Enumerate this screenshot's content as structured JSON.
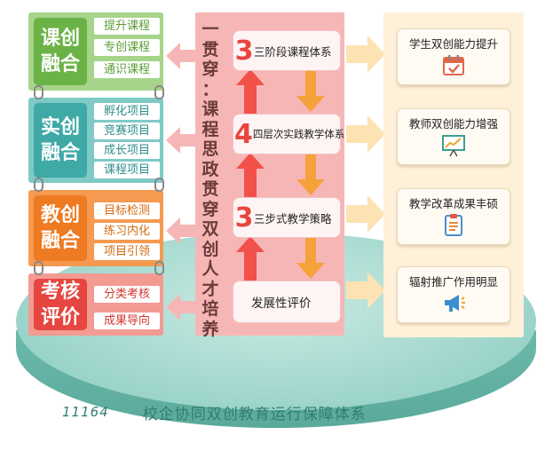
{
  "platform": {
    "number": "11164",
    "title": "校企协同双创教育运行保障体系"
  },
  "left_blocks": [
    {
      "title_lines": [
        "课创",
        "融合"
      ],
      "items": [
        "提升课程",
        "专创课程",
        "通识课程"
      ]
    },
    {
      "title_lines": [
        "实创",
        "融合"
      ],
      "items": [
        "孵化项目",
        "竞赛项目",
        "成长项目",
        "课程项目"
      ]
    },
    {
      "title_lines": [
        "教创",
        "融合"
      ],
      "items": [
        "目标检测",
        "练习内化",
        "项目引领"
      ]
    },
    {
      "title_lines": [
        "考核",
        "评价"
      ],
      "items": [
        "分类考核",
        "成果导向"
      ]
    }
  ],
  "center": {
    "vertical_text": [
      "一",
      "贯",
      "穿",
      "：",
      "课",
      "程",
      "思",
      "政",
      "贯",
      "穿",
      "双",
      "创",
      "人",
      "才",
      "培",
      "养"
    ],
    "boxes": [
      {
        "num": "3",
        "label": "三阶段课程体系"
      },
      {
        "num": "4",
        "label": "四层次实践教学体系"
      },
      {
        "num": "3",
        "label": "三步式教学策略"
      },
      {
        "num": "",
        "label": "发展性评价"
      }
    ]
  },
  "right_cards": [
    {
      "label": "学生双创能力提升",
      "icon": "calendar-check-icon"
    },
    {
      "label": "教师双创能力增强",
      "icon": "chart-board-icon"
    },
    {
      "label": "教学改革成果丰硕",
      "icon": "clipboard-icon"
    },
    {
      "label": "辐射推广作用明显",
      "icon": "megaphone-icon"
    }
  ],
  "colors": {
    "green": "#6bb347",
    "teal": "#3fa9a6",
    "orange": "#ee7a22",
    "red": "#e5463f",
    "center_bg": "#f7b6b6",
    "arrow_red": "#f2514a",
    "arrow_orange": "#f5a23a",
    "right_bg": "#fff1d9",
    "platform": "#9fd6cc"
  }
}
